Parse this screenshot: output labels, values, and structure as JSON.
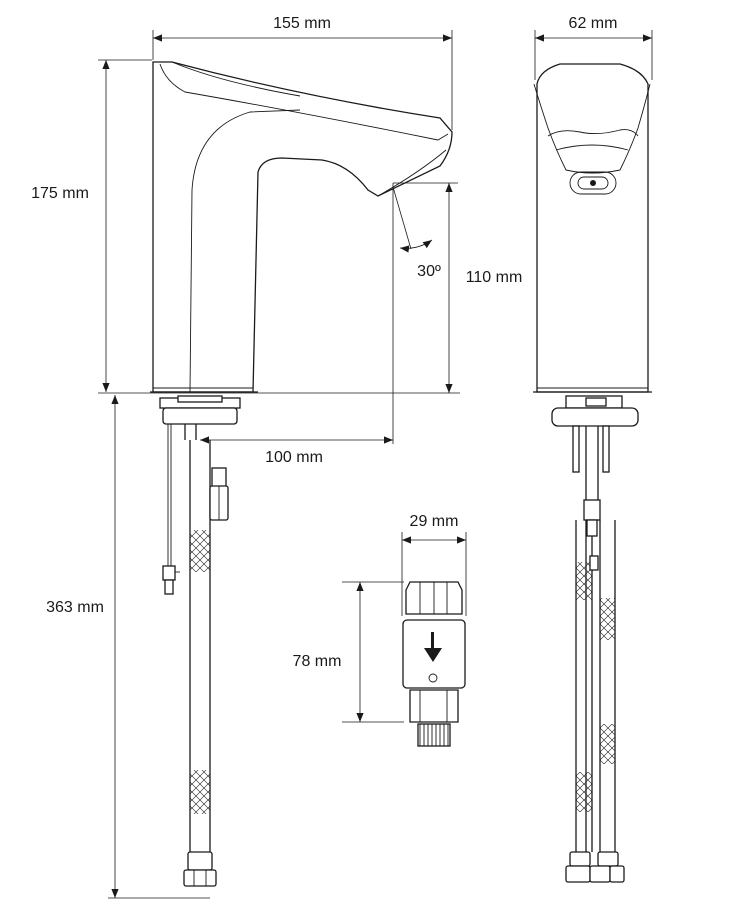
{
  "dimensions": {
    "width_side": "155 mm",
    "height_side": "175 mm",
    "spout_height": "110 mm",
    "reach": "100 mm",
    "angle": "30º",
    "hose_length": "363 mm",
    "width_front": "62 mm",
    "valve_width": "29 mm",
    "valve_height": "78 mm"
  }
}
